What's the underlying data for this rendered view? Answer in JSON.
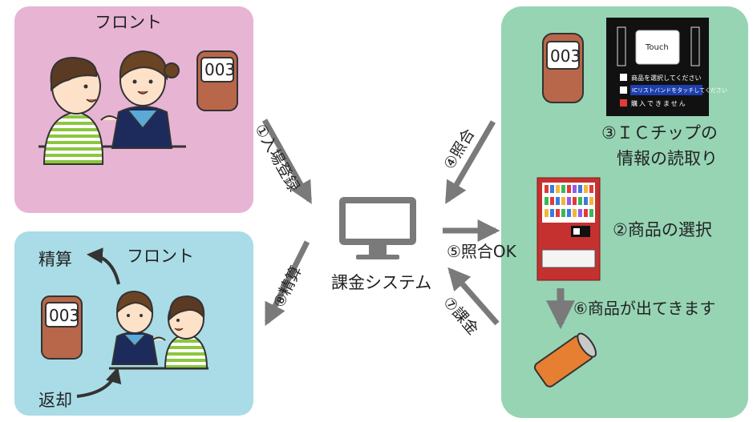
{
  "front_top": {
    "title": "フロント",
    "tag_number": "003"
  },
  "front_bottom": {
    "title": "フロント",
    "tag_number": "003",
    "label_settle": "精算",
    "label_return": "返却"
  },
  "system": {
    "label": "課金システム"
  },
  "steps": {
    "step1": "①入場登録",
    "step2": "②商品の選択",
    "step3_line1": "③ＩＣチップの",
    "step3_line2": "情報の読取り",
    "step4": "④照合",
    "step5": "⑤照合OK",
    "step6": "⑥商品が出てきます",
    "step7": "⑦課金",
    "step8": "⑧精算"
  },
  "vending_area": {
    "tag_number": "003",
    "screen": {
      "touch_label": "Touch",
      "line1": "商品を選択してください",
      "line2": "ICリストバンドをタッチしてください",
      "line3": "購入できません"
    }
  },
  "colors": {
    "front_top_bg": "#e8b4d4",
    "front_bottom_bg": "#a9dce6",
    "vending_area_bg": "#96d4b4",
    "arrow": "#7a7a7a",
    "tag_body": "#b8674a",
    "machine_red": "#c4312f",
    "can_orange": "#e77f32"
  },
  "icons": [
    "person-icon",
    "staff-icon",
    "wristband-tag-icon",
    "monitor-icon",
    "ic-reader-screen-icon",
    "vending-machine-icon",
    "can-icon",
    "arrow-icon"
  ]
}
